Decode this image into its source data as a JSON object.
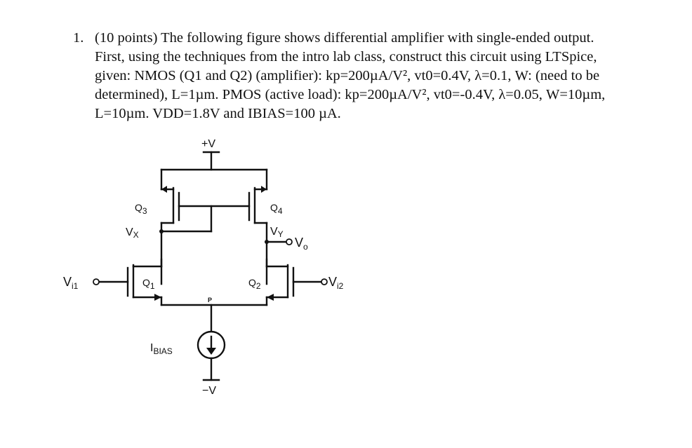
{
  "problem": {
    "number": "1.",
    "lines": [
      "(10 points) The following figure shows differential amplifier with single-ended output.",
      "First, using the techniques from the intro lab class, construct this circuit using LTSpice,",
      "given: NMOS (Q1 and Q2) (amplifier): kp=200µA/V², vt0=0.4V, λ=0.1, W: (need to be",
      "determined), L=1µm. PMOS (active load): kp=200µA/V², vt0=-0.4V, λ=0.05, W=10µm,",
      "L=10µm. VDD=1.8V and IBIAS=100 µA."
    ]
  },
  "circuit": {
    "supply_pos": "+V",
    "supply_neg": "−V",
    "q1": "Q",
    "q1_sub": "1",
    "q2": "Q",
    "q2_sub": "2",
    "q3": "Q",
    "q3_sub": "3",
    "q4": "Q",
    "q4_sub": "4",
    "vx": "V",
    "vx_sub": "X",
    "vy": "V",
    "vy_sub": "Y",
    "vo": "V",
    "vo_sub": "o",
    "vi1": "V",
    "vi1_sub": "i1",
    "vi2": "V",
    "vi2_sub": "i2",
    "node_p": "P",
    "ibias": "I",
    "ibias_sub": "BIAS"
  }
}
